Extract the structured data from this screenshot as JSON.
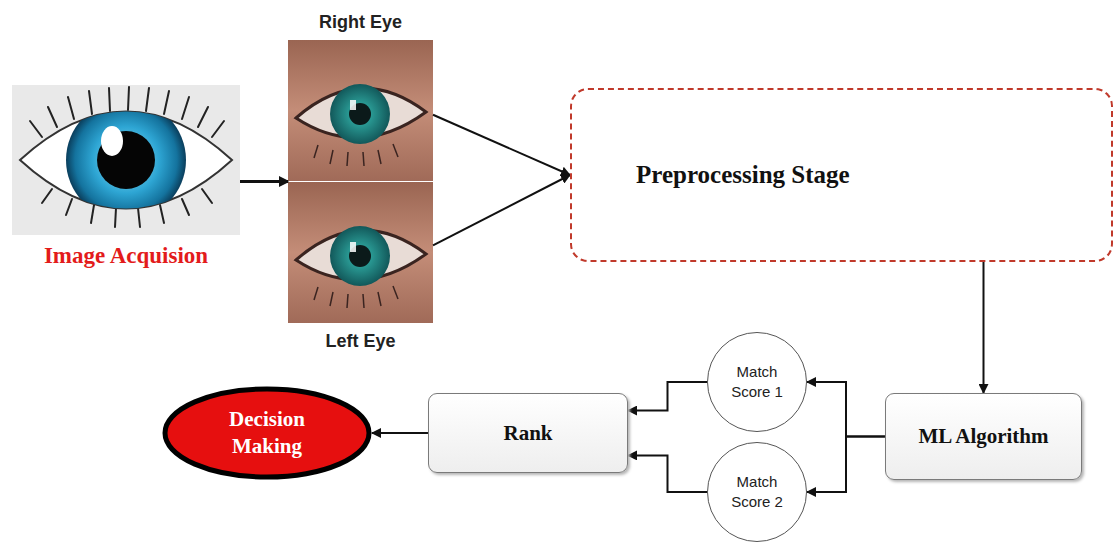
{
  "diagram": {
    "nodes": [
      {
        "text": [
          "Image Acquision"
        ]
      },
      {
        "text": [
          "Right Eye"
        ]
      },
      {
        "text": [
          "Left Eye"
        ]
      },
      {
        "text": [
          "Preprocessing Stage"
        ]
      },
      {
        "text": [
          "ML Algorithm"
        ]
      },
      {
        "text": [
          "Match Score 1"
        ]
      },
      {
        "text": [
          "Match Score 2"
        ]
      },
      {
        "text": [
          "Rank"
        ]
      },
      {
        "text": [
          "Decision Making"
        ]
      }
    ],
    "edges": [
      {
        "from": 0,
        "to": 1,
        "arrow": "to"
      },
      {
        "from": 0,
        "to": 2,
        "arrow": "to"
      },
      {
        "from": 1,
        "to": 3,
        "arrow": "to"
      },
      {
        "from": 2,
        "to": 3,
        "arrow": "to"
      },
      {
        "from": 3,
        "to": 4,
        "arrow": "to"
      },
      {
        "from": 4,
        "to": 5,
        "arrow": "to"
      },
      {
        "from": 4,
        "to": 6,
        "arrow": "to"
      },
      {
        "from": 5,
        "to": 7,
        "arrow": "to"
      },
      {
        "from": 6,
        "to": 7,
        "arrow": "to"
      },
      {
        "from": 7,
        "to": 8,
        "arrow": "to"
      }
    ]
  }
}
